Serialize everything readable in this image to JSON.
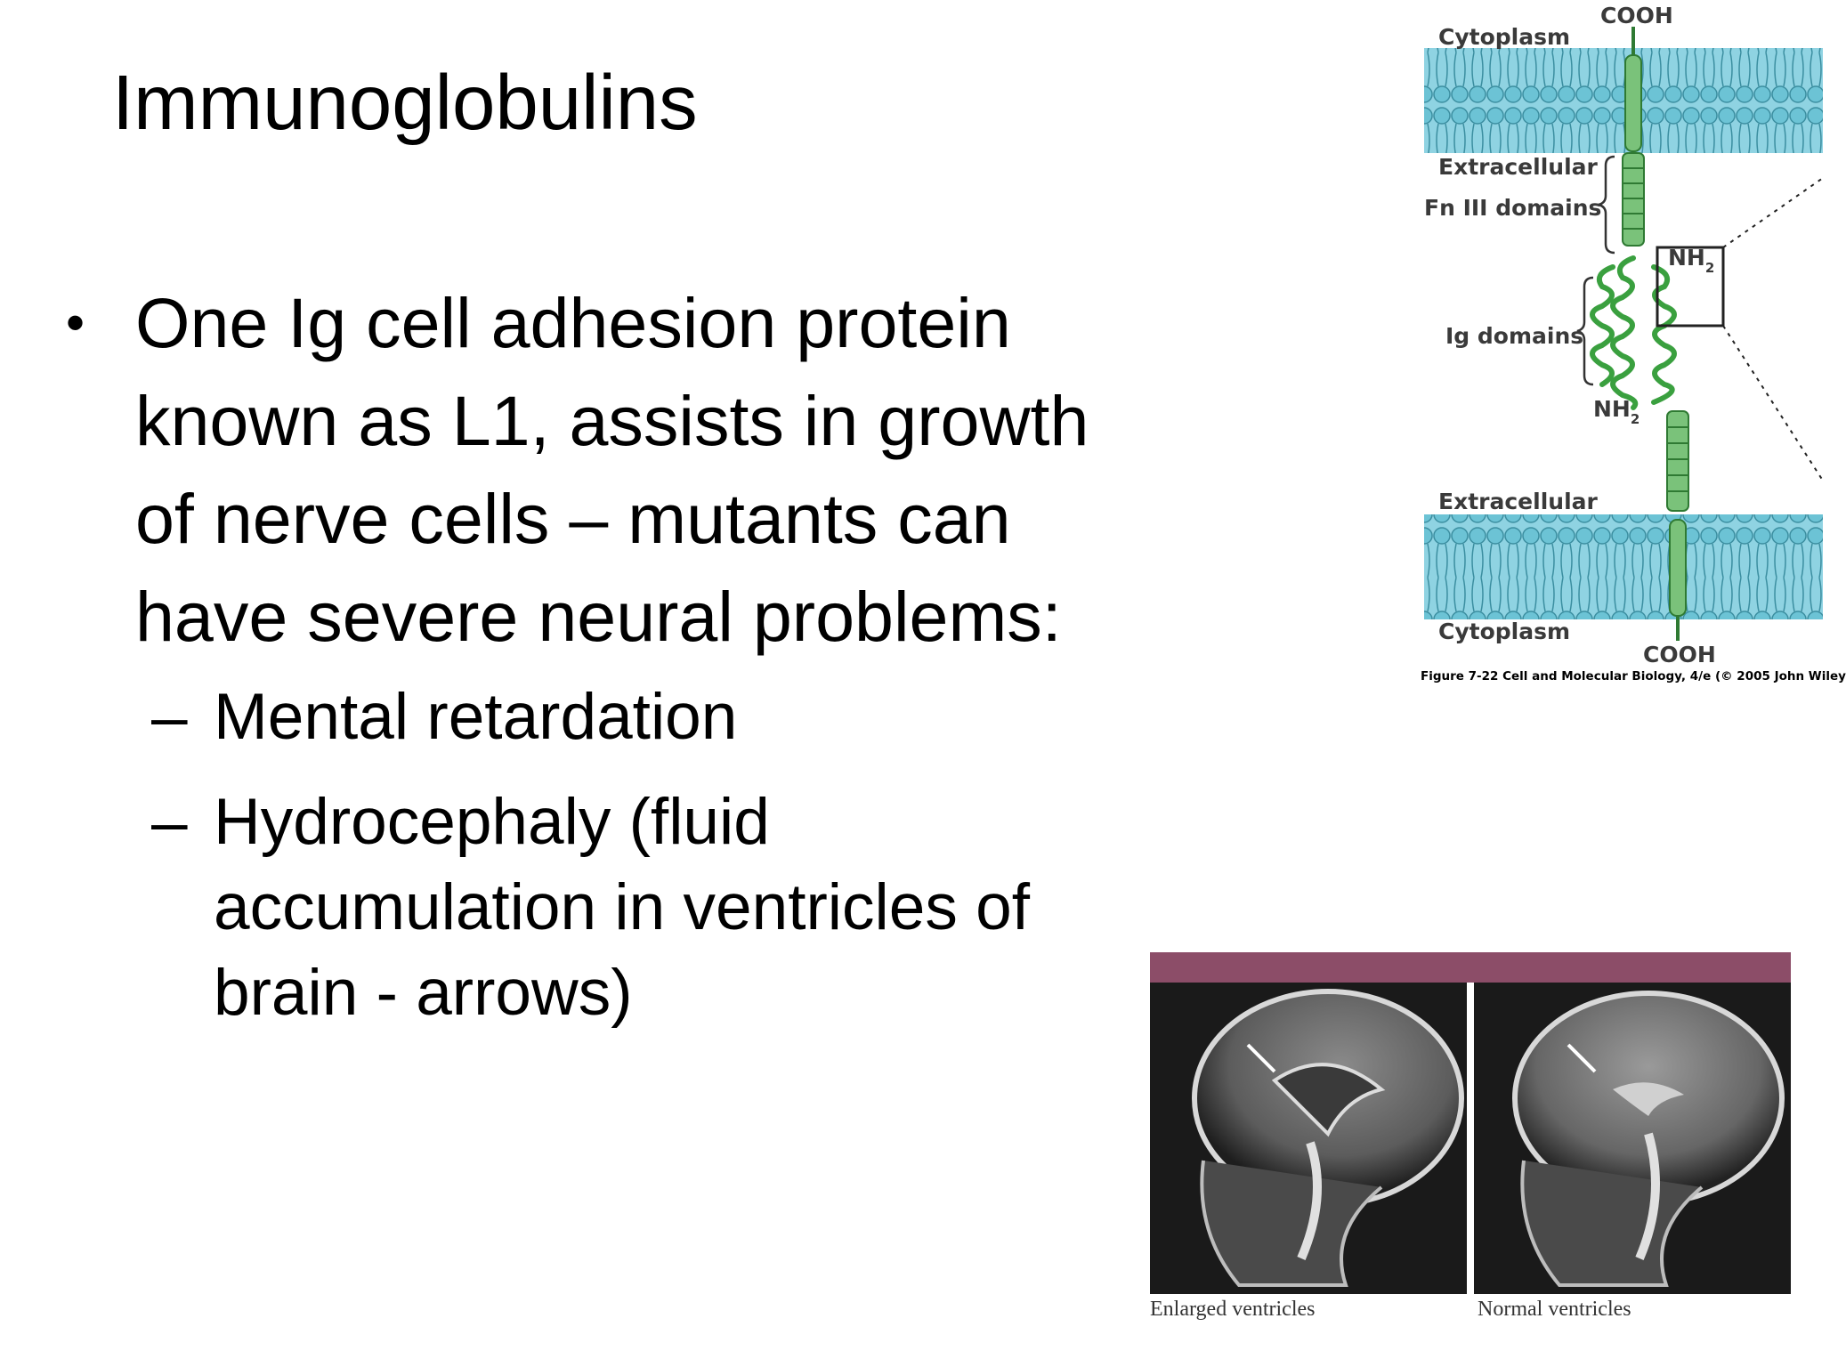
{
  "slide": {
    "title": "Immunoglobulins",
    "bullet": "One Ig cell adhesion protein known as L1, assists in growth of nerve cells – mutants can have severe neural problems:",
    "bullet_marker": "•",
    "sub_marker": "–",
    "sub_bullets": [
      "Mental retardation",
      "Hydrocephaly (fluid accumulation in ventricles of brain - arrows)"
    ]
  },
  "diagram": {
    "labels": {
      "cooh_top": "COOH",
      "cytoplasm_top": "Cytoplasm",
      "extracellular_top": "Extracellular",
      "fn3": "Fn III domains",
      "nh2_box": "NH",
      "ig": "Ig domains",
      "nh2": "NH",
      "extracellular_bottom": "Extracellular",
      "cytoplasm_bottom": "Cytoplasm",
      "cooh_bottom": "COOH",
      "subscript": "2"
    },
    "caption": "Figure 7-22  Cell and Molecular Biology, 4/e (© 2005 John Wiley",
    "colors": {
      "membrane": "#6cc3d5",
      "protein": "#7ac27a",
      "protein_edge": "#2f7a33"
    }
  },
  "mri": {
    "left_caption": "Enlarged ventricles",
    "right_caption": "Normal ventricles",
    "band_color": "#8c4d68"
  }
}
